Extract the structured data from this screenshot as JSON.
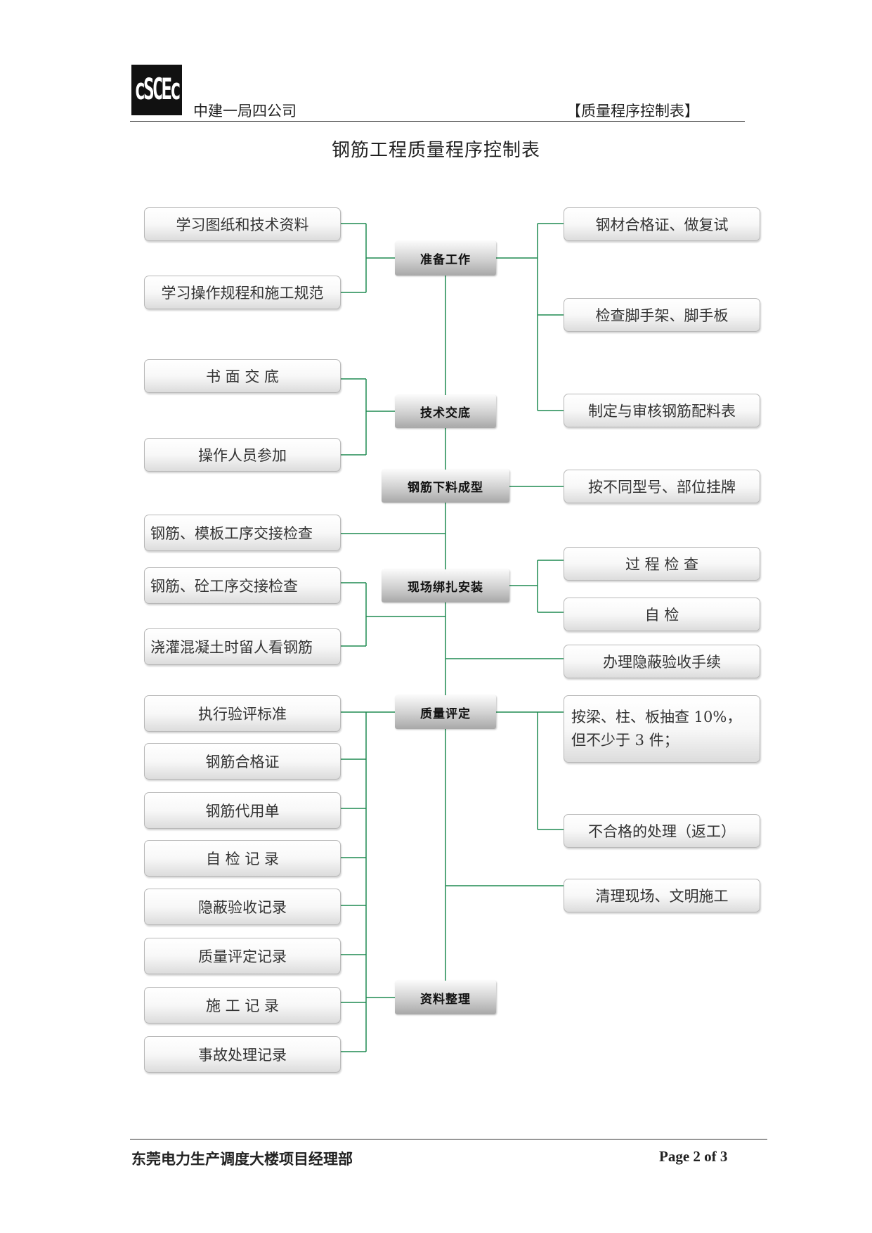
{
  "header": {
    "logo_text": "cSCEc",
    "company": "中建一局四公司",
    "doc_type": "【质量程序控制表】"
  },
  "title": "钢筋工程质量程序控制表",
  "nodes": {
    "prep": "准备工作",
    "tech": "技术交底",
    "cut": "钢筋下料成型",
    "install": "现场绑扎安装",
    "quality": "质量评定",
    "docs": "资料整理"
  },
  "left_boxes": {
    "study_drawings": "学习图纸和技术资料",
    "study_rules": "学习操作规程和施工规范",
    "written_brief": "书 面 交 底",
    "staff_join": "操作人员参加",
    "rebar_formwork": "钢筋、模板工序交接检查",
    "rebar_concrete": "钢筋、砼工序交接检查",
    "pour_watch": "浇灌混凝土时留人看钢筋",
    "exec_standard": "执行验评标准",
    "rebar_cert": "钢筋合格证",
    "rebar_sub": "钢筋代用单",
    "self_record": "自 检 记 录",
    "hidden_record": "隐蔽验收记录",
    "quality_record": "质量评定记录",
    "construction_record": "施 工 记 录",
    "accident_record": "事故处理记录"
  },
  "right_boxes": {
    "steel_cert": "钢材合格证、做复试",
    "scaffold": "检查脚手架、脚手板",
    "batch_table": "制定与审核钢筋配料表",
    "tagging": "按不同型号、部位挂牌",
    "process_check": "过 程 检 查",
    "self_check": "自 检",
    "hidden_accept": "办理隐蔽验收手续",
    "sampling": "按梁、柱、板抽查 10%，但不少于 3 件；",
    "nonconform": "不合格的处理（返工）",
    "cleanup": "清理现场、文明施工"
  },
  "footer": {
    "project": "东莞电力生产调度大楼项目经理部",
    "page": "Page 2 of 3"
  },
  "colors": {
    "connector": "#1e8a50"
  }
}
